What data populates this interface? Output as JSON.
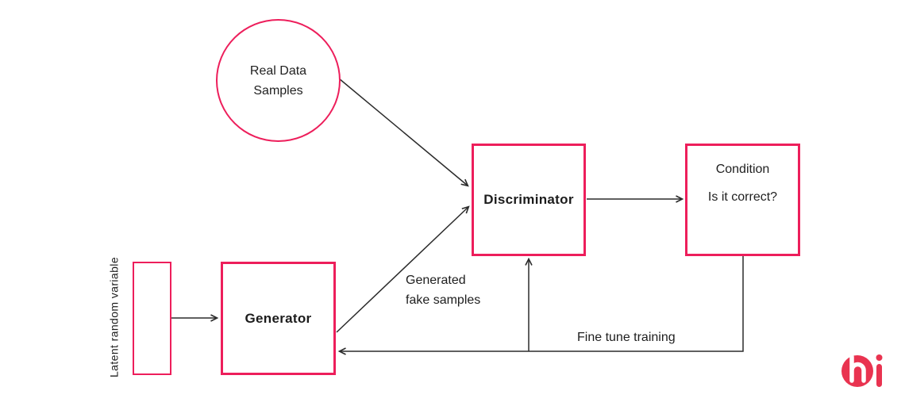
{
  "diagram": {
    "nodes": {
      "real_data": {
        "label": "Real Data\nSamples"
      },
      "discriminator": {
        "label": "Discriminator"
      },
      "condition": {
        "line1": "Condition",
        "line2": "Is it correct?"
      },
      "generator": {
        "label": "Generator"
      },
      "latent": {
        "label": "Latent random variable"
      }
    },
    "edge_labels": {
      "generated_fake_samples": "Generated\nfake samples",
      "fine_tune_training": "Fine tune training"
    },
    "colors": {
      "accent": "#ED1E5B",
      "logo": "#E93350",
      "line": "#2B2B2B",
      "text": "#212121"
    }
  }
}
